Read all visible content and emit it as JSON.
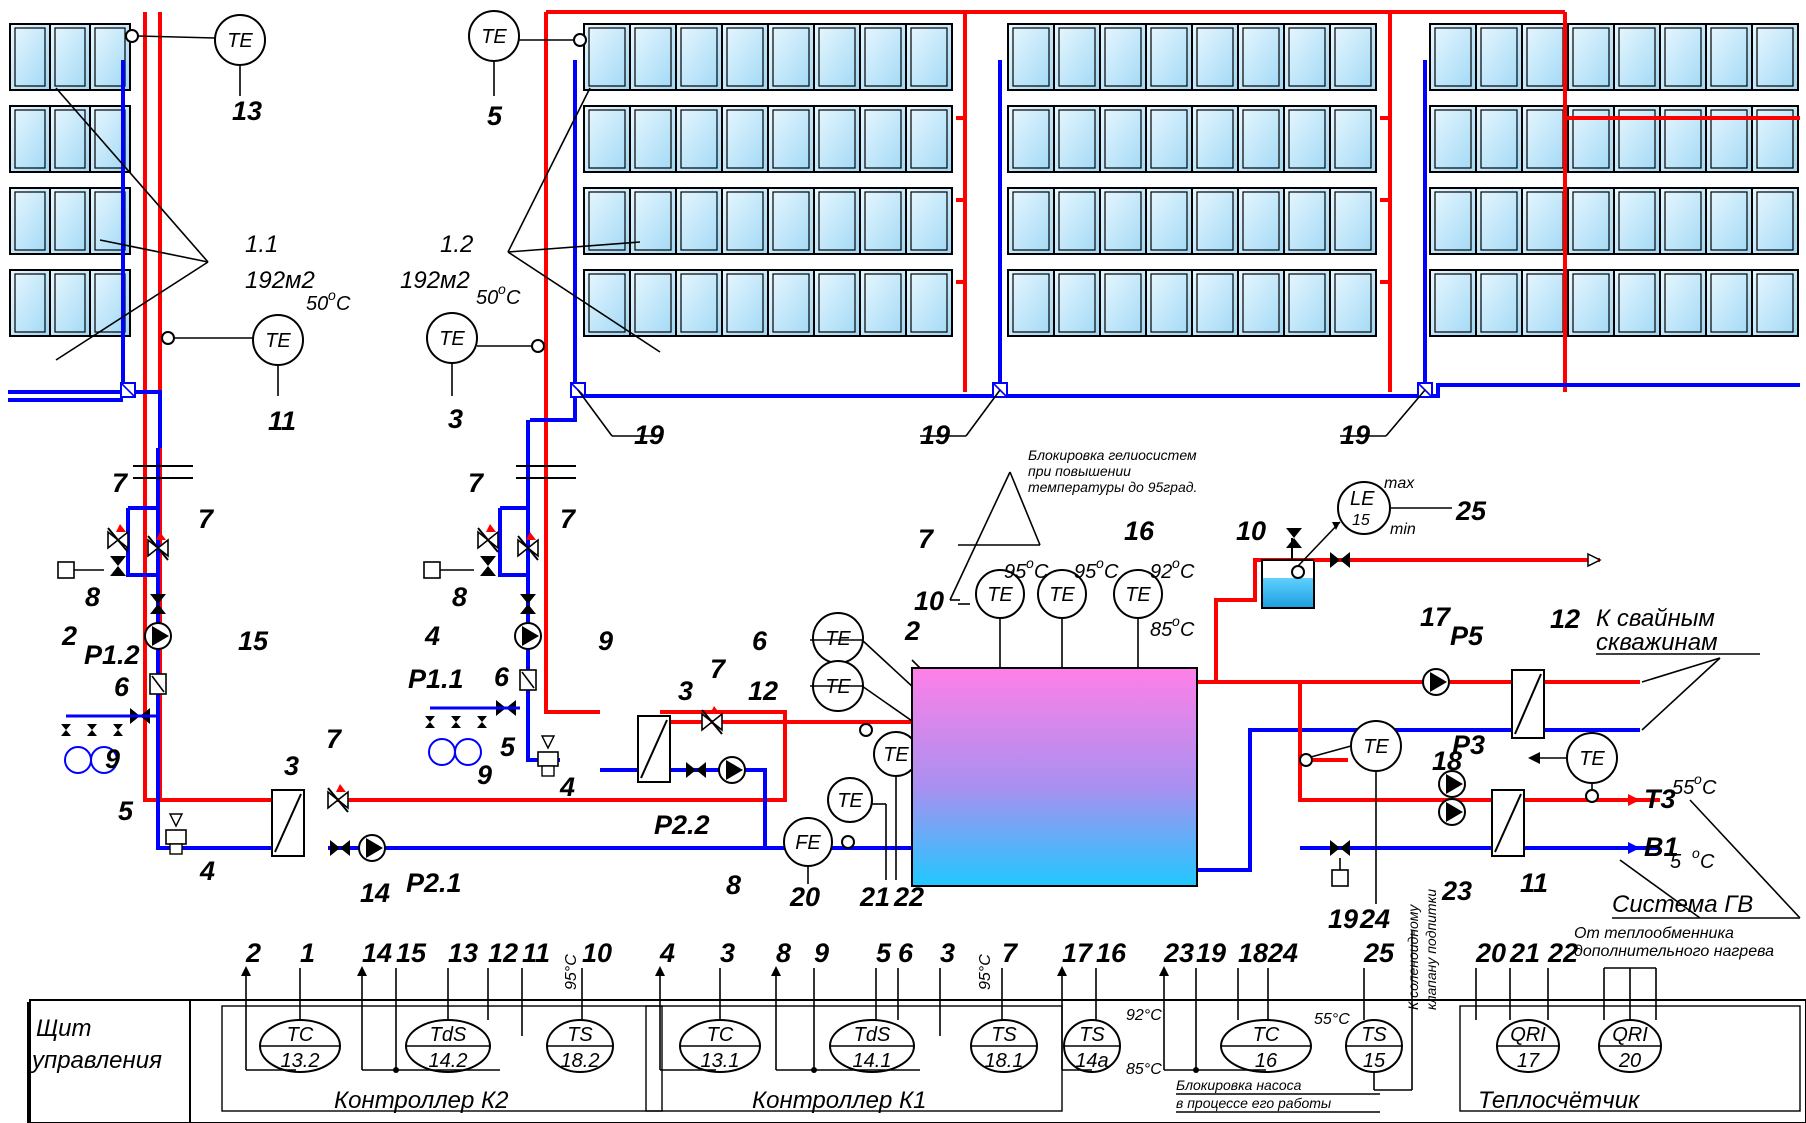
{
  "colors": {
    "hot_line": "#ff0000",
    "cold_line": "#0000ff",
    "tank_top": "#ff80e0",
    "tank_bottom": "#30c0ff",
    "collector": "#cdeefc"
  },
  "collectors": {
    "group1_id": "1.1",
    "group1_area": "192м2",
    "group2_id": "1.2",
    "group2_area": "192м2"
  },
  "sensors": {
    "te": "TE",
    "fe": "FE",
    "le": "LE",
    "le_num": "15",
    "le_max": "max",
    "le_min": "min",
    "t50a": "50",
    "t50b": "50",
    "t95a": "95",
    "t95b": "95",
    "t92": "92",
    "t85": "85",
    "t55": "55",
    "t5": "5",
    "deg": "o",
    "c": "C"
  },
  "labels": {
    "n13": "13",
    "n5": "5",
    "n11": "11",
    "n3": "3",
    "n19a": "19",
    "n19b": "19",
    "n19c": "19",
    "n7a": "7",
    "n7b": "7",
    "n7c": "7",
    "n7d": "7",
    "n7e": "7",
    "n7f": "7",
    "n7g": "7",
    "n8a": "8",
    "n8b": "8",
    "n2": "2",
    "n4": "4",
    "p12": "P1.2",
    "p11": "P1.1",
    "n15": "15",
    "n9a": "9",
    "n6a": "6",
    "n6b": "6",
    "n9b": "9",
    "n9c": "9",
    "n5a": "5",
    "n5b": "5",
    "n4a": "4",
    "n4b": "4",
    "n3a": "3",
    "n3b": "3",
    "n14": "14",
    "p21": "P2.1",
    "p22": "P2.2",
    "n8c": "8",
    "n6c": "6",
    "n12a": "12",
    "n10a": "10",
    "n16": "16",
    "n2t": "2",
    "n20": "20",
    "n21": "21",
    "n22": "22",
    "n10b": "10",
    "n25": "25",
    "n17": "17",
    "p5": "P5",
    "n12b": "12",
    "p3": "P3",
    "n18": "18",
    "n23": "23",
    "n11b": "11",
    "n19d": "19",
    "n24": "24",
    "t3": "T3",
    "b1": "B1",
    "blocking_note": "Блокировка гелиосистем при повышении температуры до 95град.",
    "pile_wells": "К свайным скважинам",
    "gv_system": "Система ГВ",
    "from_exchanger": "От теплообменника дополнительного нагрева",
    "solenoid": "К соленоидному клапану подпитки"
  },
  "panel": {
    "title_line1": "Щит",
    "title_line2": "управления",
    "top_numbers": [
      "2",
      "1",
      "14",
      "15",
      "13",
      "12",
      "11",
      "10",
      "4",
      "3",
      "8",
      "9",
      "5",
      "6",
      "3",
      "7",
      "17",
      "16",
      "23",
      "19",
      "18",
      "24",
      "25",
      "20",
      "21",
      "22"
    ],
    "temp_95a": "95",
    "temp_95b": "95",
    "blocks": [
      {
        "top": "TC",
        "bottom": "13.2"
      },
      {
        "top": "TdS",
        "bottom": "14.2"
      },
      {
        "top": "TS",
        "bottom": "18.2"
      },
      {
        "top": "TC",
        "bottom": "13.1"
      },
      {
        "top": "TdS",
        "bottom": "14.1"
      },
      {
        "top": "TS",
        "bottom": "18.1"
      },
      {
        "top": "TS",
        "bottom": "14a"
      },
      {
        "top": "TC",
        "bottom": "16"
      },
      {
        "top": "TS",
        "bottom": "15"
      },
      {
        "top": "QRI",
        "bottom": "17"
      },
      {
        "top": "QRI",
        "bottom": "20"
      }
    ],
    "ts14a_hi": "92",
    "ts14a_lo": "85",
    "tc16_t": "55",
    "controller_k2": "Контроллер К2",
    "controller_k1": "Контроллер К1",
    "pump_block_note_1": "Блокировка насоса",
    "pump_block_note_2": "в процессе его работы",
    "heat_meter": "Теплосчётчик"
  }
}
